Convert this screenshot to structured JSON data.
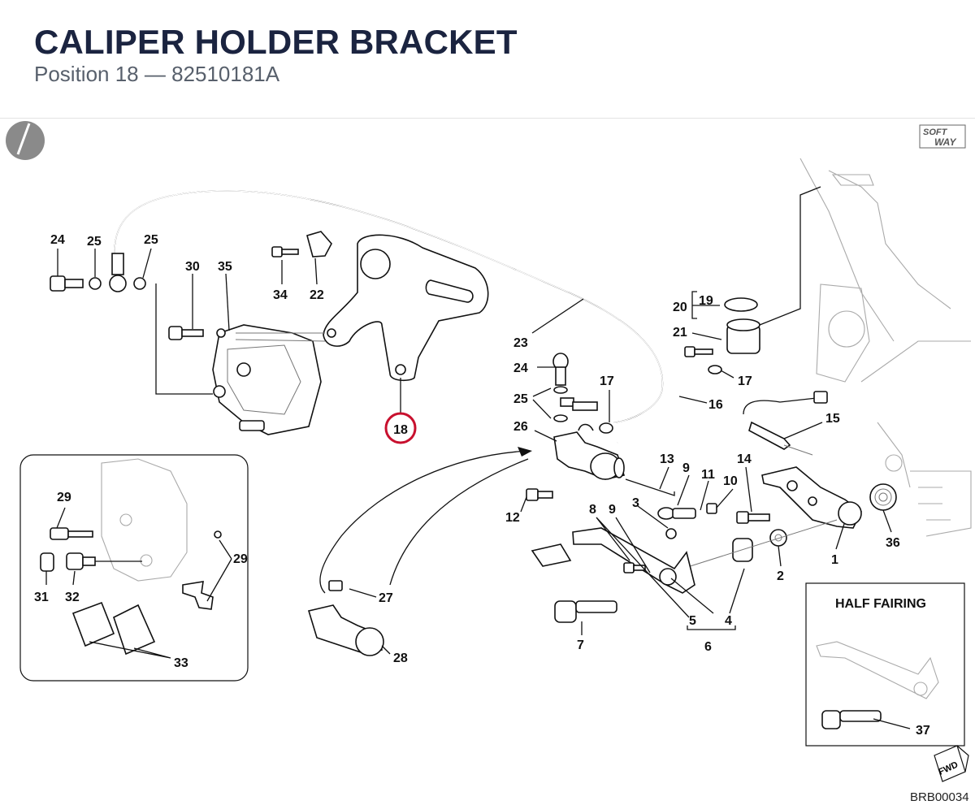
{
  "header": {
    "title": "CALIPER HOLDER BRACKET",
    "subtitle": "Position 18 — 82510181A"
  },
  "highlighted_callout": "18",
  "callouts": {
    "c1": "1",
    "c2": "2",
    "c3": "3",
    "c4": "4",
    "c5": "5",
    "c6": "6",
    "c7": "7",
    "c8": "8",
    "c9a": "9",
    "c9b": "9",
    "c10": "10",
    "c11": "11",
    "c12": "12",
    "c13": "13",
    "c14": "14",
    "c15": "15",
    "c16": "16",
    "c17a": "17",
    "c17b": "17",
    "c19": "19",
    "c20": "20",
    "c21": "21",
    "c22": "22",
    "c23": "23",
    "c24a": "24",
    "c24b": "24",
    "c25a": "25",
    "c25b": "25",
    "c25c": "25",
    "c26": "26",
    "c27": "27",
    "c28": "28",
    "c29a": "29",
    "c29b": "29",
    "c30": "30",
    "c31": "31",
    "c32": "32",
    "c33": "33",
    "c34": "34",
    "c35": "35",
    "c36": "36",
    "c37": "37"
  },
  "inset_half_fairing": {
    "title": "HALF FAIRING"
  },
  "logo": {
    "line1": "SOFT",
    "line2": "WAY"
  },
  "fwd_label": "FWD",
  "drawing_code": "BRB00034"
}
